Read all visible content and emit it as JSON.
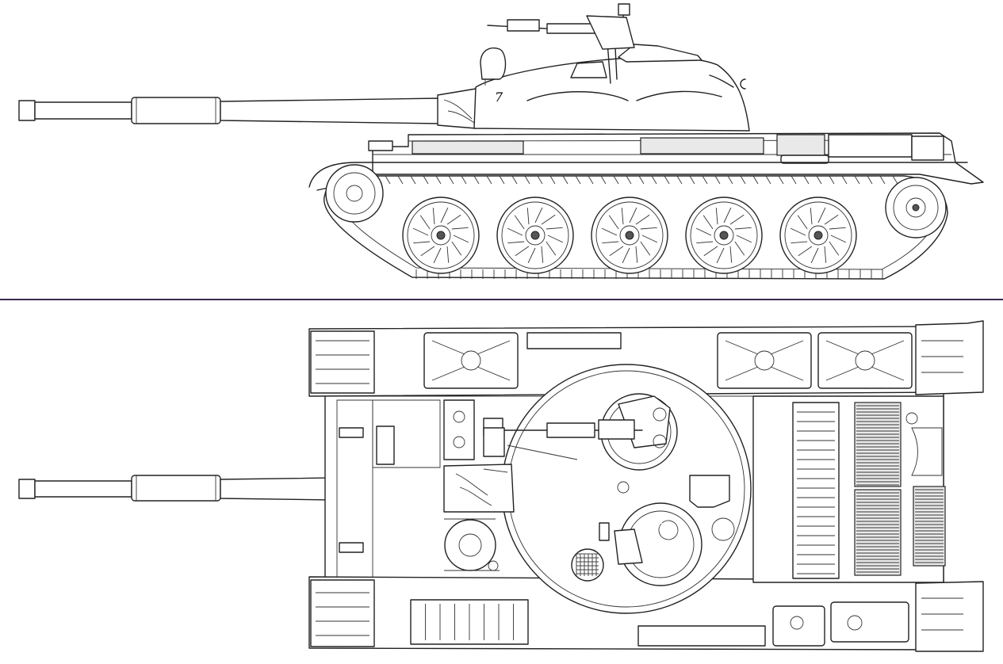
{
  "drawing": {
    "views": [
      {
        "id": "side",
        "kind": "side-elevation"
      },
      {
        "id": "top",
        "kind": "top-plan"
      }
    ],
    "colors": {
      "line": "#222222",
      "divider": "#3a2a55",
      "paper": "#ffffff"
    },
    "side_view": {
      "road_wheels": 5,
      "turret_number": "7"
    },
    "top_view": {
      "engine_deck_grilles": 3
    }
  }
}
